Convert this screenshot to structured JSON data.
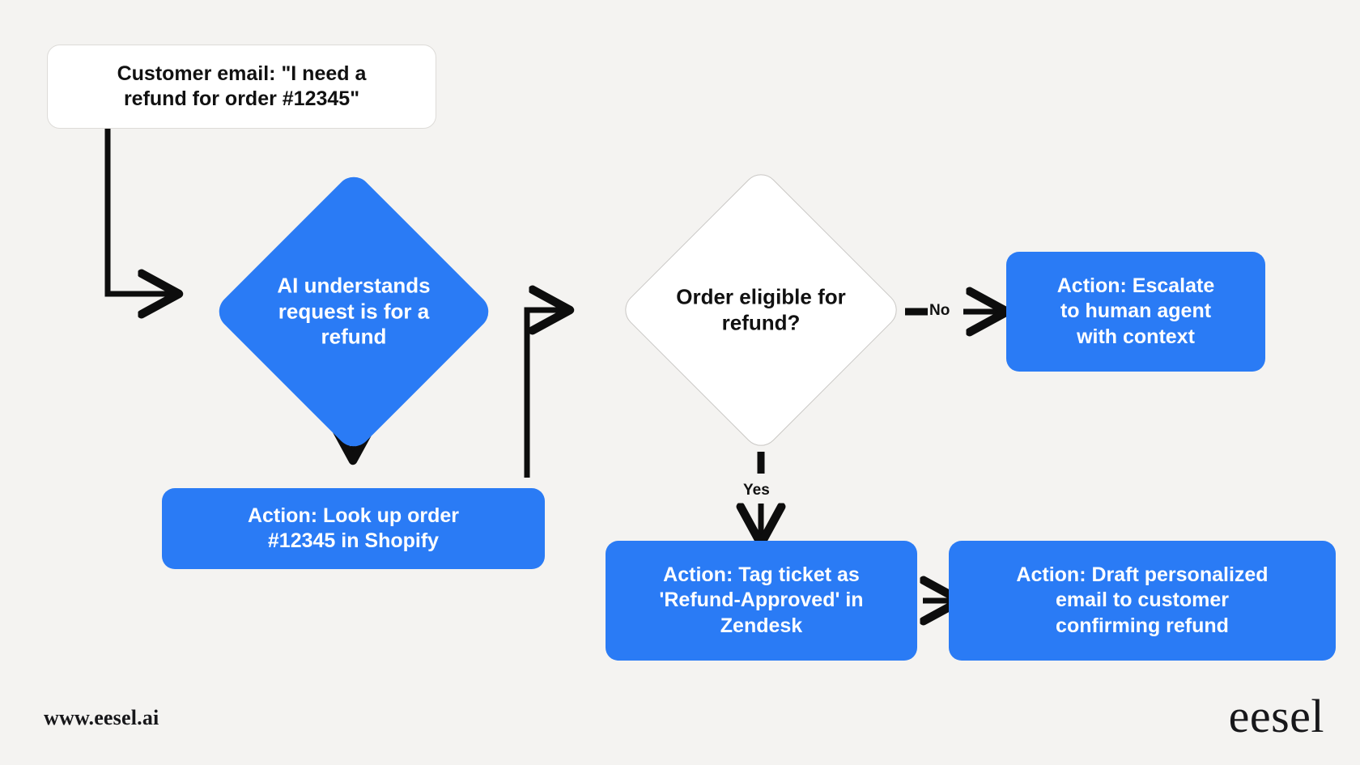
{
  "meta": {
    "title": "AI refund-request handling flowchart",
    "background_color": "#f4f3f1",
    "accent_color": "#2a7bf5",
    "text_dark": "#111111",
    "text_light": "#ffffff"
  },
  "chart_data": {
    "type": "diagram",
    "diagram_kind": "flowchart",
    "orientation": "left-to-right",
    "nodes": [
      {
        "id": "n1",
        "shape": "rounded-rect",
        "fill": "#ffffff",
        "text": "Customer email: \"I need a refund for order #12345\""
      },
      {
        "id": "n2",
        "shape": "diamond",
        "fill": "#2a7bf5",
        "text": "AI understands request is for a refund"
      },
      {
        "id": "n3",
        "shape": "rounded-rect",
        "fill": "#2a7bf5",
        "text": "Action: Look up order #12345 in Shopify"
      },
      {
        "id": "n4",
        "shape": "diamond",
        "fill": "#ffffff",
        "text": "Order eligible for refund?"
      },
      {
        "id": "n5",
        "shape": "rounded-rect",
        "fill": "#2a7bf5",
        "text": "Action: Escalate to human agent with context"
      },
      {
        "id": "n6",
        "shape": "rounded-rect",
        "fill": "#2a7bf5",
        "text": "Action: Tag ticket as 'Refund-Approved' in Zendesk"
      },
      {
        "id": "n7",
        "shape": "rounded-rect",
        "fill": "#2a7bf5",
        "text": "Action: Draft personalized email to customer confirming refund"
      }
    ],
    "edges": [
      {
        "from": "n1",
        "to": "n2",
        "label": ""
      },
      {
        "from": "n2",
        "to": "n3",
        "label": ""
      },
      {
        "from": "n3",
        "to": "n4",
        "label": ""
      },
      {
        "from": "n4",
        "to": "n5",
        "label": "No"
      },
      {
        "from": "n4",
        "to": "n6",
        "label": "Yes"
      },
      {
        "from": "n6",
        "to": "n7",
        "label": ""
      }
    ]
  },
  "nodes": {
    "customer_email": {
      "line1": "Customer email: \"I need a",
      "line2": "refund for order #12345\""
    },
    "ai_understands": {
      "text": "AI understands\nrequest is for a\nrefund"
    },
    "lookup_order": {
      "line1": "Action: Look up order",
      "line2": "#12345 in Shopify"
    },
    "order_eligible": {
      "text": "Order eligible for\nrefund?"
    },
    "escalate": {
      "line1": "Action: Escalate",
      "line2": "to human agent",
      "line3": "with context"
    },
    "tag_ticket": {
      "line1": "Action: Tag ticket as",
      "line2": "'Refund-Approved' in",
      "line3": "Zendesk"
    },
    "draft_email": {
      "line1": "Action: Draft personalized",
      "line2": "email to customer",
      "line3": "confirming refund"
    }
  },
  "edge_labels": {
    "no": "No",
    "yes": "Yes"
  },
  "footer": {
    "url": "www.eesel.ai",
    "logo": "eesel"
  }
}
